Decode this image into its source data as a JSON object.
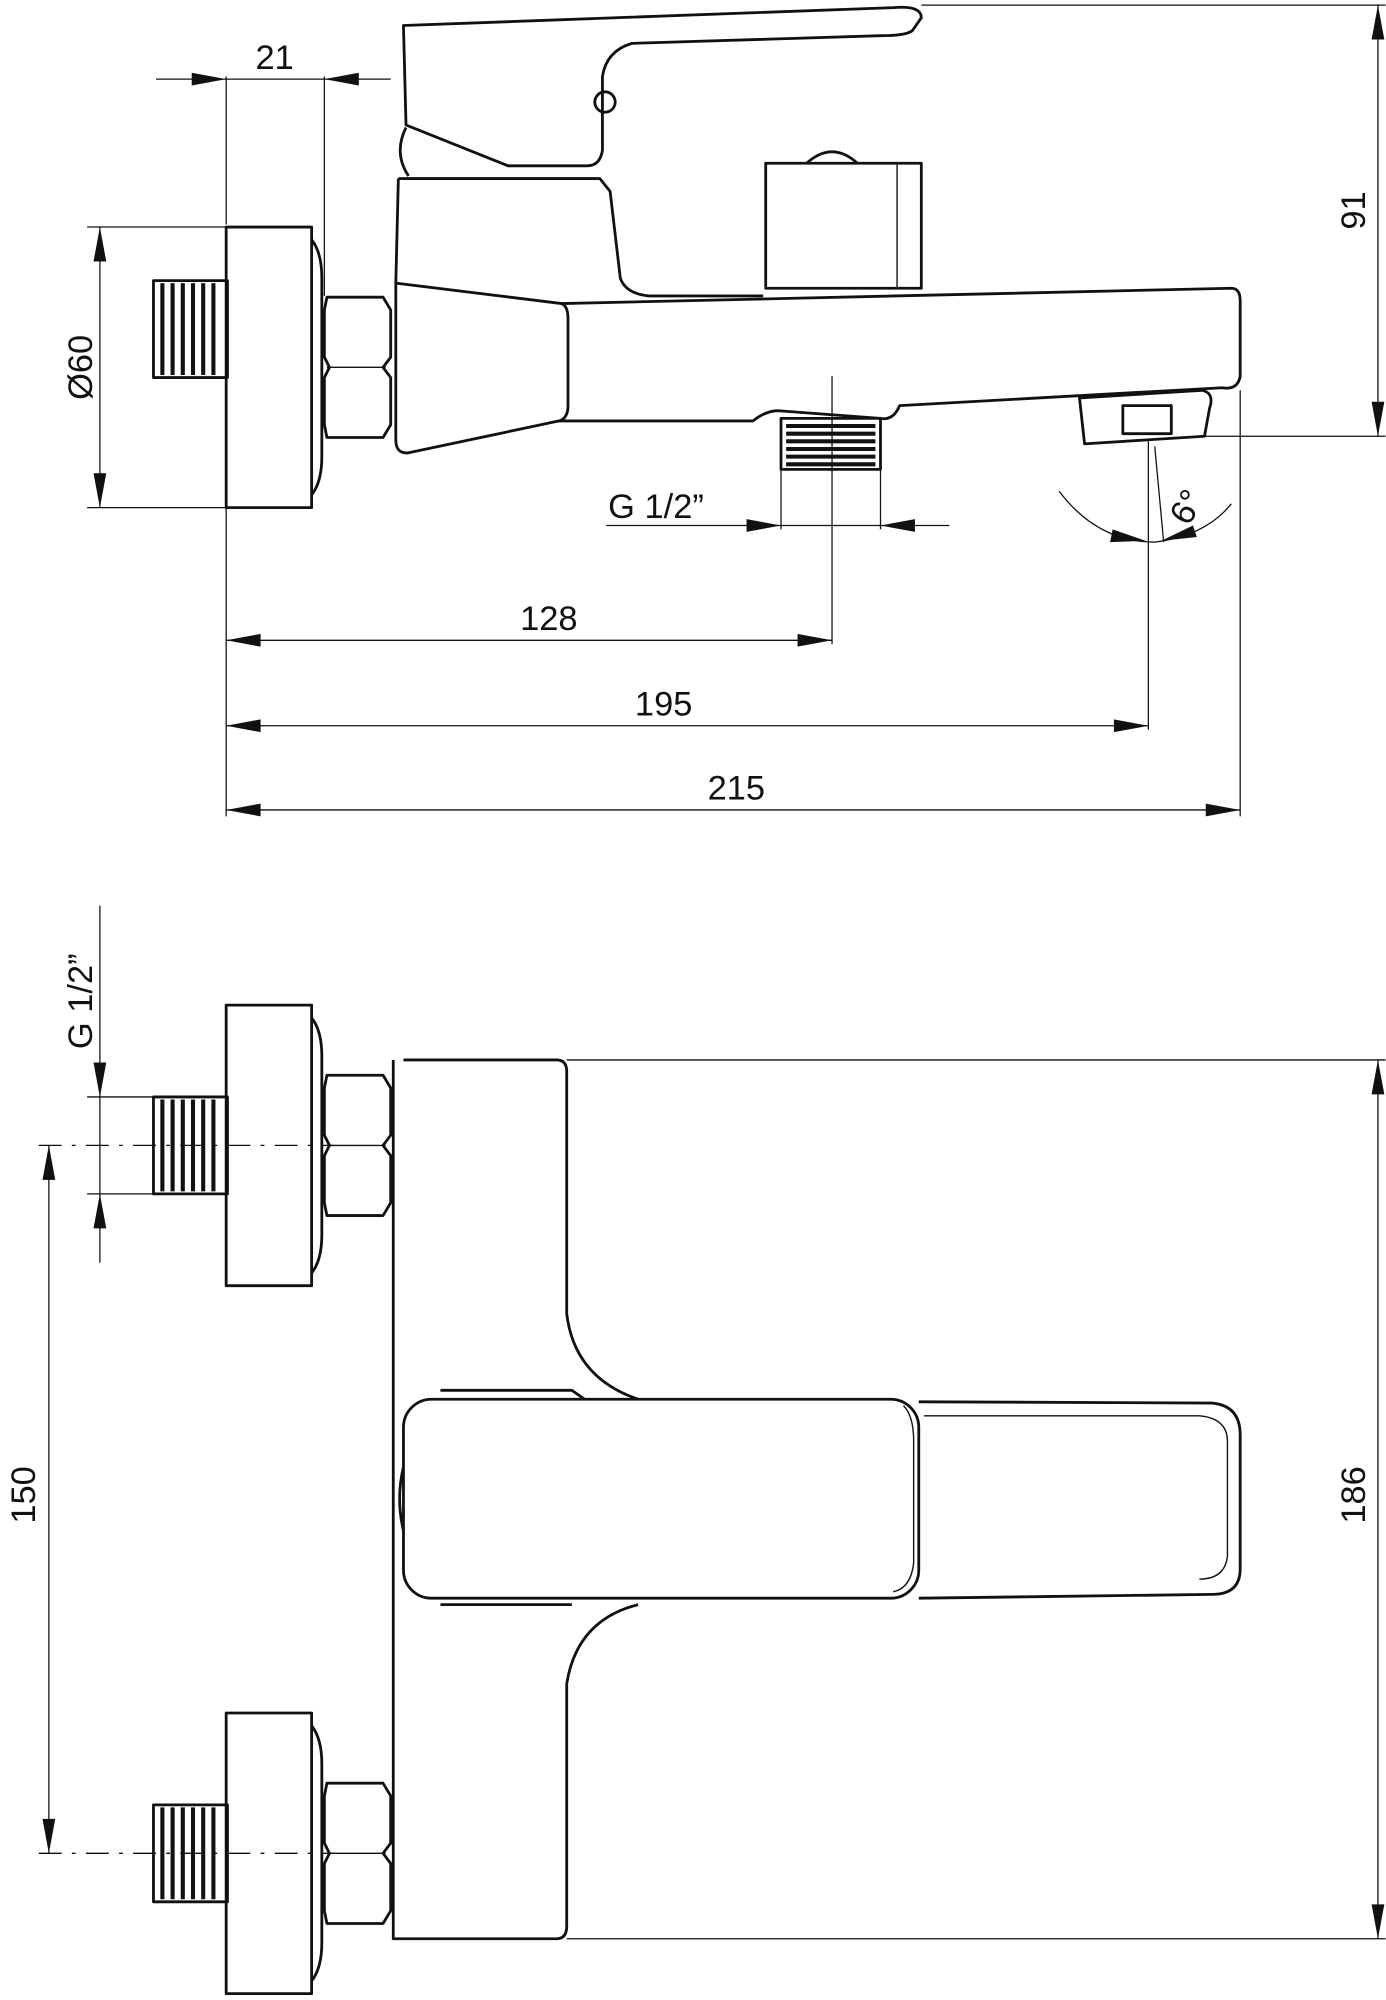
{
  "drawing": {
    "title": "Bath mixer dimensional drawing",
    "side_view": {
      "dim_nut_width": "21",
      "dim_rosette_diameter": "Ø60",
      "dim_height": "91",
      "dim_outlet_thread": "G 1/2”",
      "dim_outlet_distance": "128",
      "dim_spout_distance": "195",
      "dim_total_length": "215",
      "dim_spout_angle": "6°"
    },
    "top_view": {
      "dim_inlet_thread": "G 1/2”",
      "dim_inlet_spacing": "150",
      "dim_body_width": "186"
    },
    "line_color": "#111111"
  }
}
